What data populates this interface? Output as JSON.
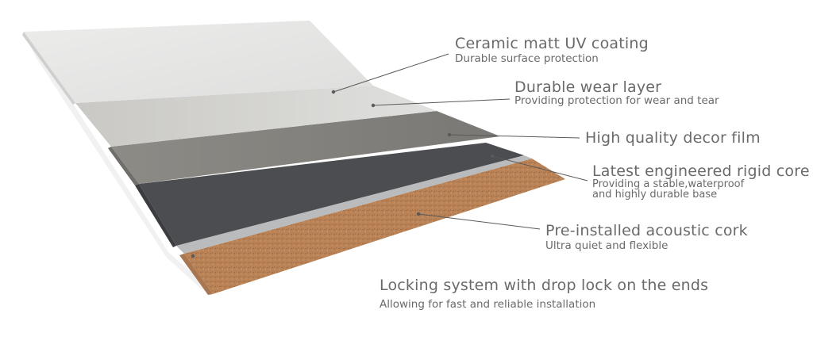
{
  "colors": {
    "text": "#6a6a6a",
    "leader_line": "#5a5a5a",
    "coating": "#e6e7e6",
    "wear_layer": "#d7d7d5",
    "decor_film": "#858480",
    "rigid_core": "#4b4d51",
    "locking_strip": "#b9bbbd",
    "cork": "#b98357",
    "edge": "#f2f2f2"
  },
  "layers": [
    {
      "id": "coating",
      "title": "Ceramic matt UV coating",
      "subtitle": "Durable surface protection"
    },
    {
      "id": "wear",
      "title": "Durable wear layer",
      "subtitle": "Providing protection for wear and tear"
    },
    {
      "id": "decor",
      "title": "High quality decor film"
    },
    {
      "id": "core",
      "title": "Latest engineered rigid core",
      "subtitle_lines": [
        "Providing a stable,waterproof",
        "and highly durable base"
      ]
    },
    {
      "id": "cork",
      "title": "Pre-installed acoustic cork",
      "subtitle": "Ultra quiet and flexible"
    },
    {
      "id": "lock",
      "title": "Locking system with drop lock on the ends",
      "subtitle": "Allowing for fast and reliable installation"
    }
  ]
}
